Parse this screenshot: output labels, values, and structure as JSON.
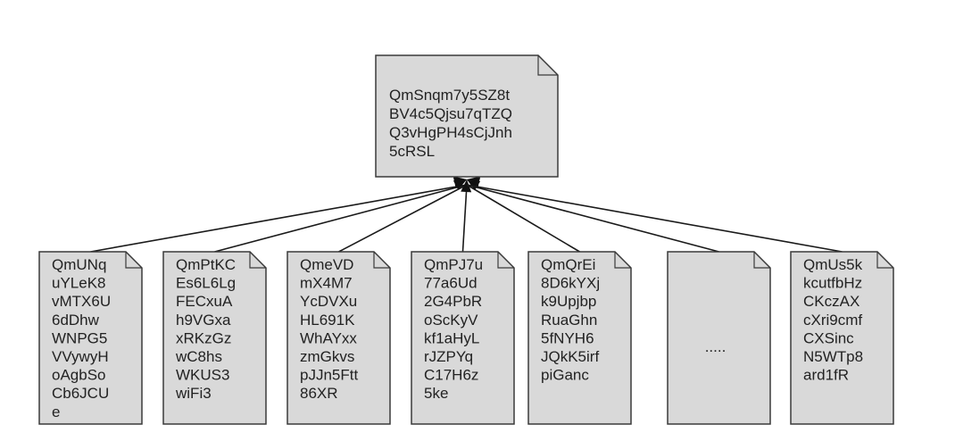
{
  "root": {
    "lines": [
      "QmSnqm7y5SZ8t",
      "BV4c5Qjsu7qTZQ",
      "Q3vHgPH4sCjJnh",
      "5cRSL"
    ]
  },
  "children": [
    {
      "lines": [
        "QmUNq",
        "uYLeK8",
        "vMTX6U",
        "6dDhw",
        "WNPG5",
        "VVywyH",
        "oAgbSo",
        "Cb6JCU",
        "e"
      ]
    },
    {
      "lines": [
        "QmPtKC",
        "Es6L6Lg",
        "FECxuA",
        "h9VGxa",
        "xRKzGz",
        "wC8hs",
        "WKUS3",
        "wiFi3"
      ]
    },
    {
      "lines": [
        "QmeVD",
        "mX4M7",
        "YcDVXu",
        "HL691K",
        "WhAYxx",
        "zmGkvs",
        "pJJn5Ftt",
        "86XR"
      ]
    },
    {
      "lines": [
        "QmPJ7u",
        "77a6Ud",
        "2G4PbR",
        "oScKyV",
        "kf1aHyL",
        "rJZPYq",
        "C17H6z",
        "5ke"
      ]
    },
    {
      "lines": [
        "QmQrEi",
        "8D6kYXj",
        "k9Upjbp",
        "RuaGhn",
        "5fNYH6",
        "JQkK5irf",
        "piGanc"
      ]
    },
    {
      "lines": [
        "....."
      ]
    },
    {
      "lines": [
        "QmUs5k",
        "kcutfbHz",
        "CKczAX",
        "cXri9cmf",
        "CXSinc",
        "N5WTp8",
        "ard1fR"
      ]
    }
  ]
}
